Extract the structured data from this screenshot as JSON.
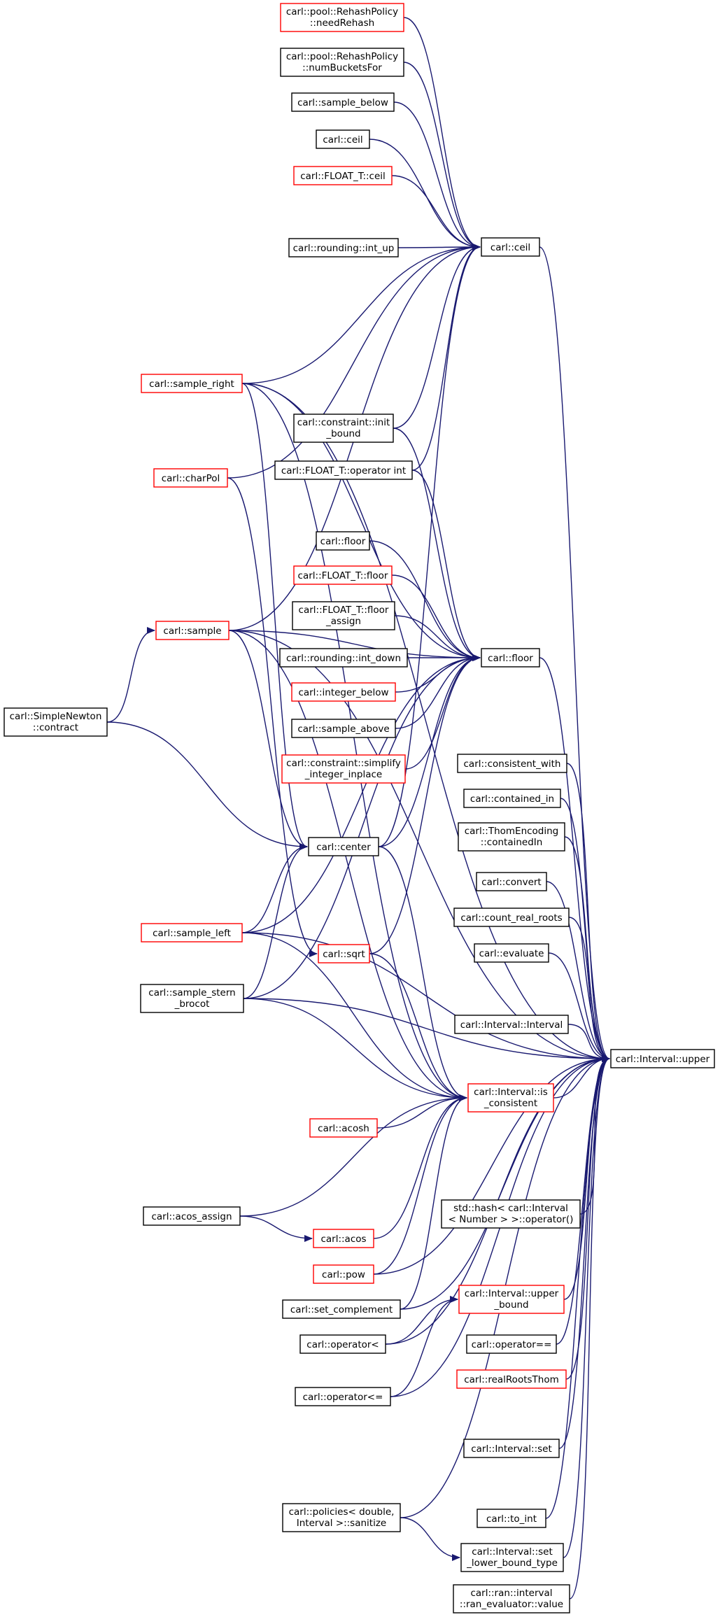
{
  "colors": {
    "edge": "#191970",
    "border_default": "#000000",
    "border_highlight": "#ff0000",
    "focus_fill": "#bfbfbf",
    "background": "#ffffff"
  },
  "nodes": [
    {
      "id": "needRehash",
      "label": [
        "carl::pool::RehashPolicy",
        "::needRehash"
      ],
      "style": "highlight"
    },
    {
      "id": "numBucketsFor",
      "label": [
        "carl::pool::RehashPolicy",
        "::numBucketsFor"
      ],
      "style": "default"
    },
    {
      "id": "sample_below",
      "label": [
        "carl::sample_below"
      ],
      "style": "default"
    },
    {
      "id": "ceil_a",
      "label": [
        "carl::ceil"
      ],
      "style": "default"
    },
    {
      "id": "float_ceil",
      "label": [
        "carl::FLOAT_T::ceil"
      ],
      "style": "highlight"
    },
    {
      "id": "int_up",
      "label": [
        "carl::rounding::int_up"
      ],
      "style": "default"
    },
    {
      "id": "ceil",
      "label": [
        "carl::ceil"
      ],
      "style": "default"
    },
    {
      "id": "sample_right",
      "label": [
        "carl::sample_right"
      ],
      "style": "highlight"
    },
    {
      "id": "init_bound",
      "label": [
        "carl::constraint::init",
        "_bound"
      ],
      "style": "default"
    },
    {
      "id": "float_op_int",
      "label": [
        "carl::FLOAT_T::operator int"
      ],
      "style": "default"
    },
    {
      "id": "charPol",
      "label": [
        "carl::charPol"
      ],
      "style": "highlight"
    },
    {
      "id": "floor_a",
      "label": [
        "carl::floor"
      ],
      "style": "default"
    },
    {
      "id": "float_floor",
      "label": [
        "carl::FLOAT_T::floor"
      ],
      "style": "highlight"
    },
    {
      "id": "float_floor_assign",
      "label": [
        "carl::FLOAT_T::floor",
        "_assign"
      ],
      "style": "default"
    },
    {
      "id": "sample",
      "label": [
        "carl::sample"
      ],
      "style": "highlight"
    },
    {
      "id": "int_down",
      "label": [
        "carl::rounding::int_down"
      ],
      "style": "default"
    },
    {
      "id": "floor",
      "label": [
        "carl::floor"
      ],
      "style": "default"
    },
    {
      "id": "integer_below",
      "label": [
        "carl::integer_below"
      ],
      "style": "highlight"
    },
    {
      "id": "newton",
      "label": [
        "carl::SimpleNewton",
        "::contract"
      ],
      "style": "default"
    },
    {
      "id": "sample_above",
      "label": [
        "carl::sample_above"
      ],
      "style": "default"
    },
    {
      "id": "simplify",
      "label": [
        "carl::constraint::simplify",
        "_integer_inplace"
      ],
      "style": "highlight"
    },
    {
      "id": "consistent_with",
      "label": [
        "carl::consistent_with"
      ],
      "style": "default"
    },
    {
      "id": "contained_in",
      "label": [
        "carl::contained_in"
      ],
      "style": "default"
    },
    {
      "id": "thom",
      "label": [
        "carl::ThomEncoding",
        "::containedIn"
      ],
      "style": "default"
    },
    {
      "id": "center",
      "label": [
        "carl::center"
      ],
      "style": "default"
    },
    {
      "id": "convert",
      "label": [
        "carl::convert"
      ],
      "style": "default"
    },
    {
      "id": "count_real_roots",
      "label": [
        "carl::count_real_roots"
      ],
      "style": "default"
    },
    {
      "id": "sample_left",
      "label": [
        "carl::sample_left"
      ],
      "style": "highlight"
    },
    {
      "id": "evaluate",
      "label": [
        "carl::evaluate"
      ],
      "style": "default"
    },
    {
      "id": "sqrt",
      "label": [
        "carl::sqrt"
      ],
      "style": "highlight"
    },
    {
      "id": "stern",
      "label": [
        "carl::sample_stern",
        "_brocot"
      ],
      "style": "default"
    },
    {
      "id": "interval_ctor",
      "label": [
        "carl::Interval::Interval"
      ],
      "style": "default"
    },
    {
      "id": "upper",
      "label": [
        "carl::Interval::upper"
      ],
      "style": "focus"
    },
    {
      "id": "is_consistent",
      "label": [
        "carl::Interval::is",
        "_consistent"
      ],
      "style": "highlight"
    },
    {
      "id": "acosh",
      "label": [
        "carl::acosh"
      ],
      "style": "highlight"
    },
    {
      "id": "std_hash",
      "label": [
        "std::hash< carl::Interval",
        "< Number > >::operator()"
      ],
      "style": "default"
    },
    {
      "id": "acos_assign",
      "label": [
        "carl::acos_assign"
      ],
      "style": "default"
    },
    {
      "id": "acos",
      "label": [
        "carl::acos"
      ],
      "style": "highlight"
    },
    {
      "id": "pow",
      "label": [
        "carl::pow"
      ],
      "style": "highlight"
    },
    {
      "id": "set_complement",
      "label": [
        "carl::set_complement"
      ],
      "style": "default"
    },
    {
      "id": "upper_bound",
      "label": [
        "carl::Interval::upper",
        "_bound"
      ],
      "style": "highlight"
    },
    {
      "id": "op_less",
      "label": [
        "carl::operator<"
      ],
      "style": "default"
    },
    {
      "id": "op_eq",
      "label": [
        "carl::operator=="
      ],
      "style": "default"
    },
    {
      "id": "realRootsThom",
      "label": [
        "carl::realRootsThom"
      ],
      "style": "highlight"
    },
    {
      "id": "op_leq",
      "label": [
        "carl::operator<="
      ],
      "style": "default"
    },
    {
      "id": "interval_set",
      "label": [
        "carl::Interval::set"
      ],
      "style": "default"
    },
    {
      "id": "sanitize",
      "label": [
        "carl::policies< double,",
        "Interval >::sanitize"
      ],
      "style": "default"
    },
    {
      "id": "to_int",
      "label": [
        "carl::to_int"
      ],
      "style": "default"
    },
    {
      "id": "set_lower_bound_type",
      "label": [
        "carl::Interval::set",
        "_lower_bound_type"
      ],
      "style": "default"
    },
    {
      "id": "ran_value",
      "label": [
        "carl::ran::interval",
        "::ran_evaluator::value"
      ],
      "style": "default"
    }
  ],
  "edges": [
    [
      "needRehash",
      "ceil"
    ],
    [
      "numBucketsFor",
      "ceil"
    ],
    [
      "sample_below",
      "ceil"
    ],
    [
      "ceil_a",
      "ceil"
    ],
    [
      "float_ceil",
      "ceil"
    ],
    [
      "int_up",
      "ceil"
    ],
    [
      "sample_right",
      "ceil"
    ],
    [
      "init_bound",
      "ceil"
    ],
    [
      "float_op_int",
      "ceil"
    ],
    [
      "charPol",
      "ceil"
    ],
    [
      "sample",
      "ceil"
    ],
    [
      "center",
      "ceil"
    ],
    [
      "sample_right",
      "floor"
    ],
    [
      "init_bound",
      "floor"
    ],
    [
      "float_op_int",
      "floor"
    ],
    [
      "floor_a",
      "floor"
    ],
    [
      "float_floor",
      "floor"
    ],
    [
      "float_floor_assign",
      "floor"
    ],
    [
      "int_down",
      "floor"
    ],
    [
      "integer_below",
      "floor"
    ],
    [
      "sample_above",
      "floor"
    ],
    [
      "simplify",
      "floor"
    ],
    [
      "sample",
      "floor"
    ],
    [
      "center",
      "floor"
    ],
    [
      "sample_left",
      "floor"
    ],
    [
      "sqrt",
      "floor"
    ],
    [
      "stern",
      "floor"
    ],
    [
      "ceil",
      "upper"
    ],
    [
      "floor",
      "upper"
    ],
    [
      "sample_right",
      "upper"
    ],
    [
      "sample",
      "upper"
    ],
    [
      "consistent_with",
      "upper"
    ],
    [
      "contained_in",
      "upper"
    ],
    [
      "thom",
      "upper"
    ],
    [
      "convert",
      "upper"
    ],
    [
      "count_real_roots",
      "upper"
    ],
    [
      "evaluate",
      "upper"
    ],
    [
      "interval_ctor",
      "upper"
    ],
    [
      "sample_left",
      "upper"
    ],
    [
      "stern",
      "upper"
    ],
    [
      "is_consistent",
      "upper"
    ],
    [
      "std_hash",
      "upper"
    ],
    [
      "upper_bound",
      "upper"
    ],
    [
      "op_eq",
      "upper"
    ],
    [
      "realRootsThom",
      "upper"
    ],
    [
      "op_leq",
      "upper"
    ],
    [
      "interval_set",
      "upper"
    ],
    [
      "to_int",
      "upper"
    ],
    [
      "set_lower_bound_type",
      "upper"
    ],
    [
      "ran_value",
      "upper"
    ],
    [
      "sanitize",
      "upper"
    ],
    [
      "set_complement",
      "upper"
    ],
    [
      "op_less",
      "upper"
    ],
    [
      "pow",
      "upper"
    ],
    [
      "newton",
      "sample"
    ],
    [
      "newton",
      "center"
    ],
    [
      "sample_right",
      "center"
    ],
    [
      "charPol",
      "sqrt"
    ],
    [
      "sample_left",
      "center"
    ],
    [
      "stern",
      "center"
    ],
    [
      "sample",
      "center"
    ],
    [
      "center",
      "is_consistent"
    ],
    [
      "sample",
      "is_consistent"
    ],
    [
      "sample_right",
      "is_consistent"
    ],
    [
      "sqrt",
      "is_consistent"
    ],
    [
      "acosh",
      "is_consistent"
    ],
    [
      "acos",
      "is_consistent"
    ],
    [
      "acos_assign",
      "is_consistent"
    ],
    [
      "pow",
      "is_consistent"
    ],
    [
      "set_complement",
      "is_consistent"
    ],
    [
      "sample_left",
      "is_consistent"
    ],
    [
      "stern",
      "is_consistent"
    ],
    [
      "acos_assign",
      "acos"
    ],
    [
      "op_less",
      "upper_bound"
    ],
    [
      "op_leq",
      "upper_bound"
    ],
    [
      "sanitize",
      "set_lower_bound_type"
    ]
  ]
}
